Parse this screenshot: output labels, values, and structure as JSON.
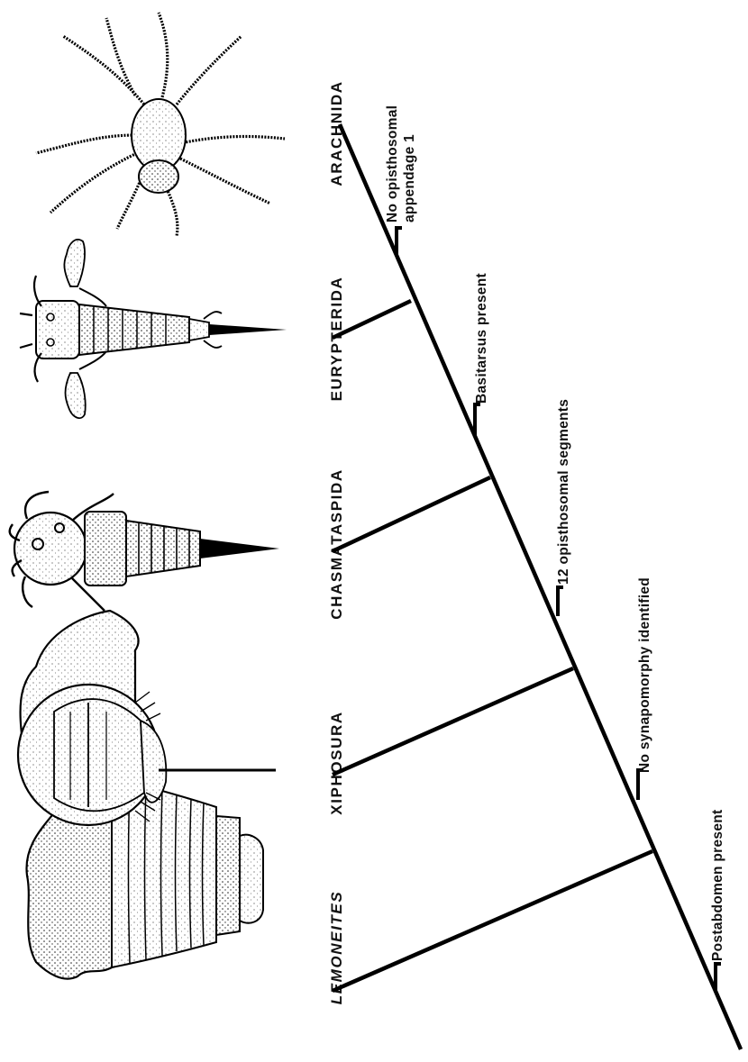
{
  "taxa": {
    "lemoneites": "LEMONEITES",
    "xiphosura": "XIPHOSURA",
    "chasmataspida": "CHASMATASPIDA",
    "eurypterida": "EURYPTERIDA",
    "arachnida": "ARACHNIDA"
  },
  "characters": {
    "postabdomen": "Postabdomen present",
    "no_synapomorphy": "No synapomorphy identified",
    "opisthosomal_12": "12 opisthosomal segments",
    "basitarsus": "Basitarsus present",
    "no_appendage_line1": "No opisthosomal",
    "no_appendage_line2": "appendage 1"
  },
  "illustrations": {
    "lemoneites": "Lemoneites fossil drawing",
    "xiphosura": "horseshoe crab drawing",
    "chasmataspida": "chasmataspid drawing",
    "eurypterida": "eurypterid drawing",
    "arachnida": "spider drawing"
  }
}
